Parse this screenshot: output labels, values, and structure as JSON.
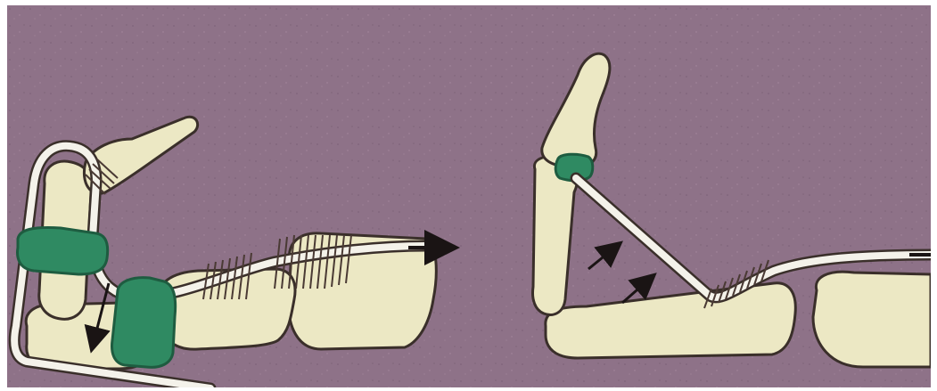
{
  "figure": {
    "colors": {
      "background": "#8e7288",
      "bone": "#ece8c4",
      "bone_outline": "#3a2f2a",
      "tendon": "#f4f2ea",
      "pulley": "#2f8a62",
      "pulley_dark": "#1e5c40",
      "suture": "#4a3a34",
      "arrow": "#1a1414"
    },
    "panels": [
      {
        "id": "left-panel",
        "elements": [
          "proximal-phalanx",
          "middle-phalanx",
          "distal-phalanx",
          "metacarpal",
          "tendon-graft",
          "pulley-a2",
          "pulley-a4",
          "suture-wraps",
          "pull-arrow",
          "down-arrow"
        ]
      },
      {
        "id": "right-panel",
        "elements": [
          "metacarpal",
          "proximal-phalanx",
          "middle-phalanx",
          "distal-phalanx",
          "tendon-graft",
          "pulley",
          "suture-wrap",
          "pull-arrow",
          "bowstring-arrows"
        ]
      }
    ]
  }
}
